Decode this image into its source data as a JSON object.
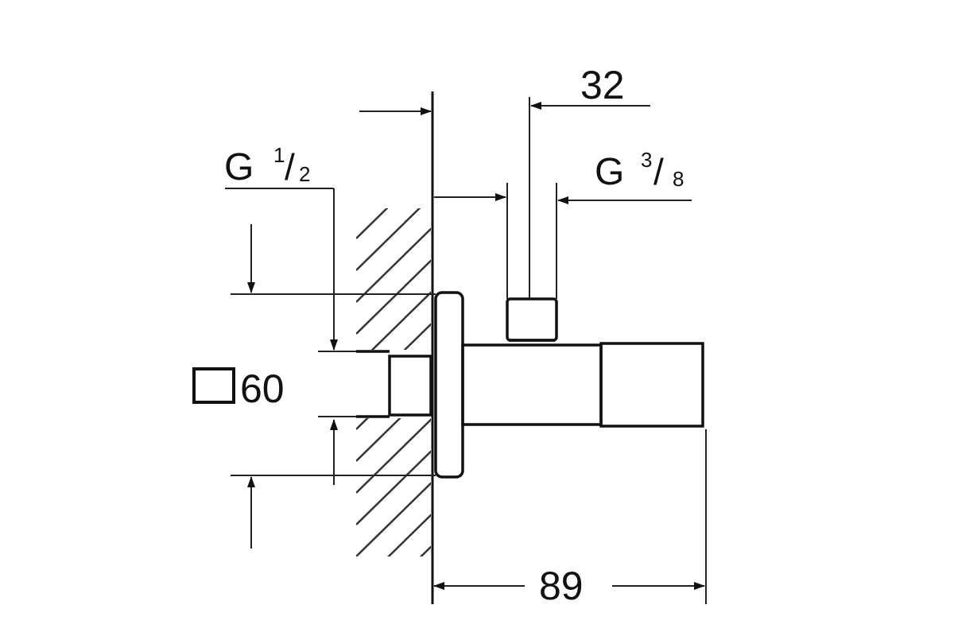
{
  "colors": {
    "line": "#111111",
    "background": "#ffffff"
  },
  "dimensions": {
    "depth_top": "32",
    "length_total": "89",
    "square_size": "60"
  },
  "threads": {
    "inlet": {
      "prefix": "G",
      "numerator": "1",
      "slash": "/",
      "denominator": "2"
    },
    "outlet": {
      "prefix": "G",
      "numerator": "3",
      "slash": "/",
      "denominator": "8"
    }
  },
  "icons": {
    "square_symbol": "square-icon"
  }
}
